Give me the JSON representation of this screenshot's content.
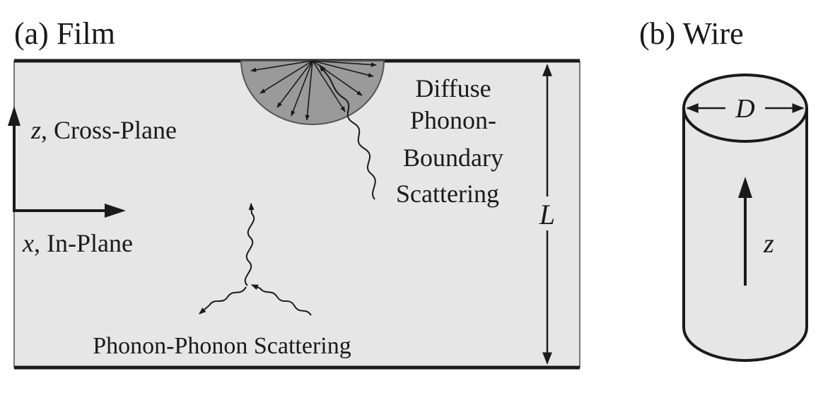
{
  "panel_a": {
    "title": "(a) Film",
    "z_axis": {
      "symbol": "z",
      "label": ", Cross-Plane"
    },
    "x_axis": {
      "symbol": "x",
      "label": ", In-Plane"
    },
    "boundary_scattering": [
      "Diffuse",
      "Phonon-",
      "Boundary",
      "Scattering"
    ],
    "phonon_scattering": "Phonon-Phonon Scattering",
    "thickness_symbol": "L"
  },
  "panel_b": {
    "title": "(b) Wire",
    "diameter_symbol": "D",
    "axis_symbol": "z"
  },
  "colors": {
    "film_fill": "#e6e6e6",
    "scatter_fill": "#9a9a9a",
    "stroke": "#1a1a1a"
  }
}
